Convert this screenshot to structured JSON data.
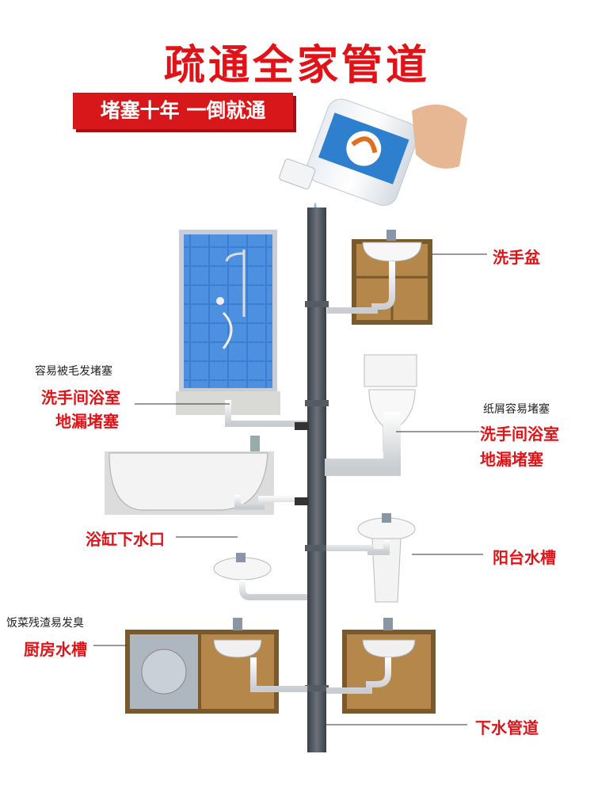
{
  "title": "疏通全家管道",
  "banner": "堵塞十年 一倒就通",
  "labels": {
    "wash_basin": "洗手盆",
    "hair_note": "容易被毛发堵塞",
    "bathroom_drain_left_1": "洗手间浴室",
    "bathroom_drain_left_2": "地漏堵塞",
    "paper_note": "纸屑容易堵塞",
    "bathroom_drain_right_1": "洗手间浴室",
    "bathroom_drain_right_2": "地漏堵塞",
    "bathtub_drain": "浴缸下水口",
    "balcony_sink": "阳台水槽",
    "food_note": "饭菜残渣易发臭",
    "kitchen_sink": "厨房水槽",
    "drain_pipe": "下水管道"
  },
  "colors": {
    "accent": "#e01418",
    "pipe": "#4a5058",
    "cabinet": "#8a6a3a",
    "tile": "#3f7fd0"
  }
}
